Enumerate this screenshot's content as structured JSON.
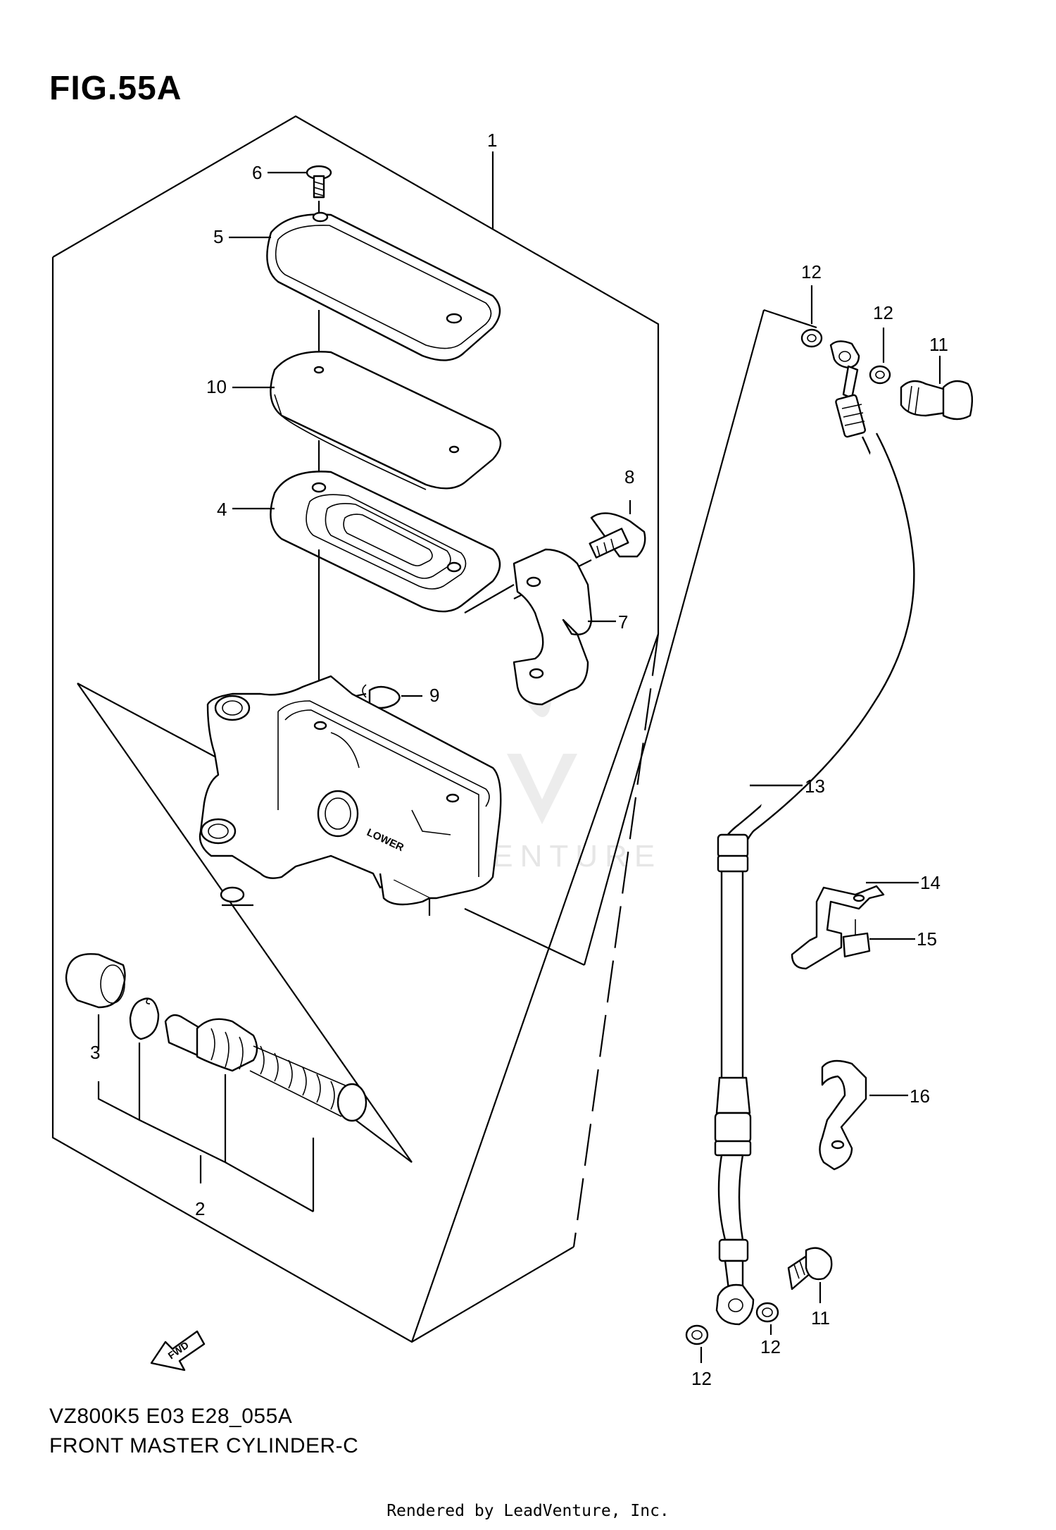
{
  "figure": {
    "title": "FIG.55A",
    "model_code": "VZ800K5 E03 E28_055A",
    "name": "FRONT MASTER CYLINDER-C",
    "rendered_by": "Rendered by LeadVenture, Inc.",
    "watermark": "LEADVENTURE",
    "fwd_label": "FWD",
    "lower_label": "LOWER"
  },
  "callouts": {
    "c1": "1",
    "c2": "2",
    "c3": "3",
    "c4": "4",
    "c5": "5",
    "c6": "6",
    "c7": "7",
    "c8": "8",
    "c9": "9",
    "c10": "10",
    "c11a": "11",
    "c11b": "11",
    "c12a": "12",
    "c12b": "12",
    "c12c": "12",
    "c12d": "12",
    "c13": "13",
    "c14": "14",
    "c15": "15",
    "c16": "16"
  }
}
